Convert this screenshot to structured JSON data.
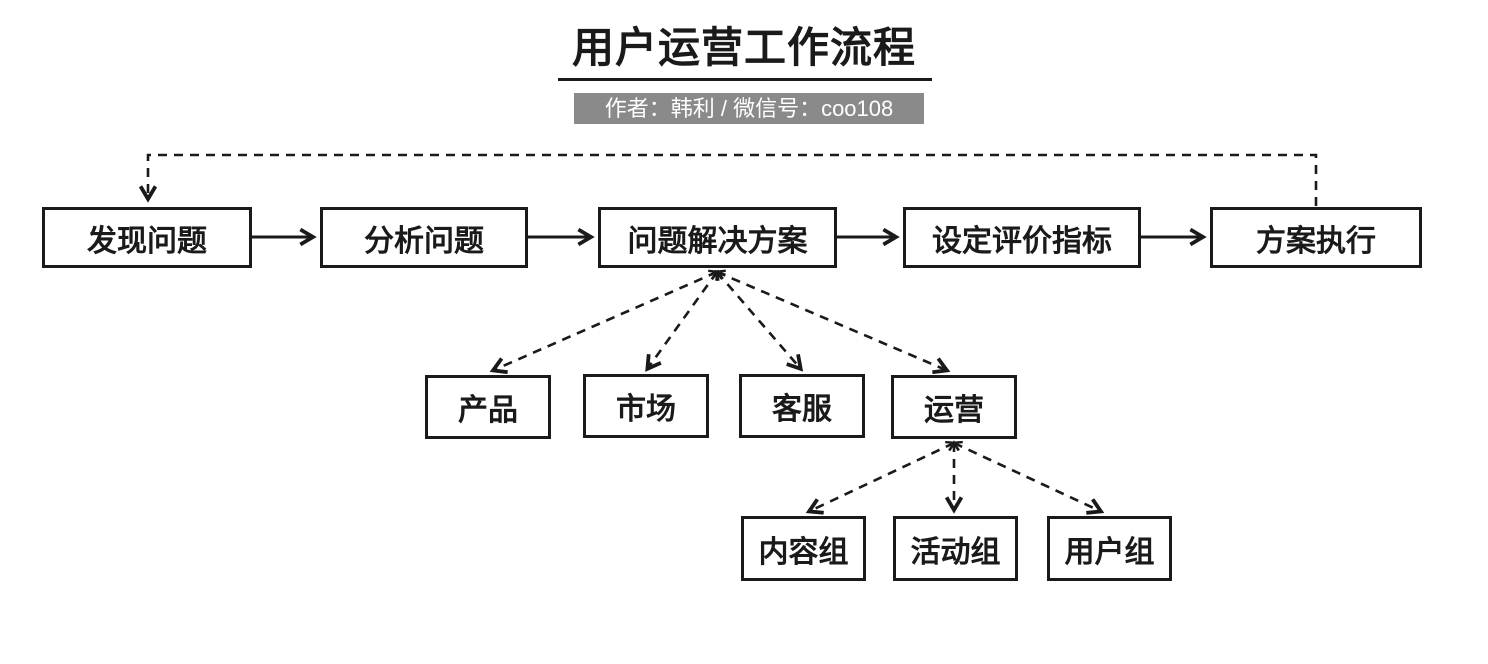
{
  "header": {
    "title": "用户运营工作流程",
    "byline": "作者：韩利 / 微信号：coo108"
  },
  "colors": {
    "line": "#1a1a1a",
    "byline_background": "#8a8a8a",
    "byline_text": "#ffffff",
    "page_background": "#ffffff"
  },
  "diagram": {
    "nodes": {
      "discover": "发现问题",
      "analyze": "分析问题",
      "solution": "问题解决方案",
      "metrics": "设定评价指标",
      "execute": "方案执行",
      "product": "产品",
      "market": "市场",
      "service": "客服",
      "operations": "运营",
      "content_team": "内容组",
      "activity_team": "活动组",
      "user_team": "用户组"
    },
    "edges": [
      {
        "from": "发现问题",
        "to": "分析问题",
        "style": "solid"
      },
      {
        "from": "分析问题",
        "to": "问题解决方案",
        "style": "solid"
      },
      {
        "from": "问题解决方案",
        "to": "设定评价指标",
        "style": "solid"
      },
      {
        "from": "设定评价指标",
        "to": "方案执行",
        "style": "solid"
      },
      {
        "from": "方案执行",
        "to": "发现问题",
        "style": "dashed-feedback"
      },
      {
        "from": "问题解决方案",
        "to": "产品",
        "style": "dashed"
      },
      {
        "from": "问题解决方案",
        "to": "市场",
        "style": "dashed"
      },
      {
        "from": "问题解决方案",
        "to": "客服",
        "style": "dashed"
      },
      {
        "from": "问题解决方案",
        "to": "运营",
        "style": "dashed"
      },
      {
        "from": "运营",
        "to": "内容组",
        "style": "dashed"
      },
      {
        "from": "运营",
        "to": "活动组",
        "style": "dashed"
      },
      {
        "from": "运营",
        "to": "用户组",
        "style": "dashed"
      }
    ]
  }
}
